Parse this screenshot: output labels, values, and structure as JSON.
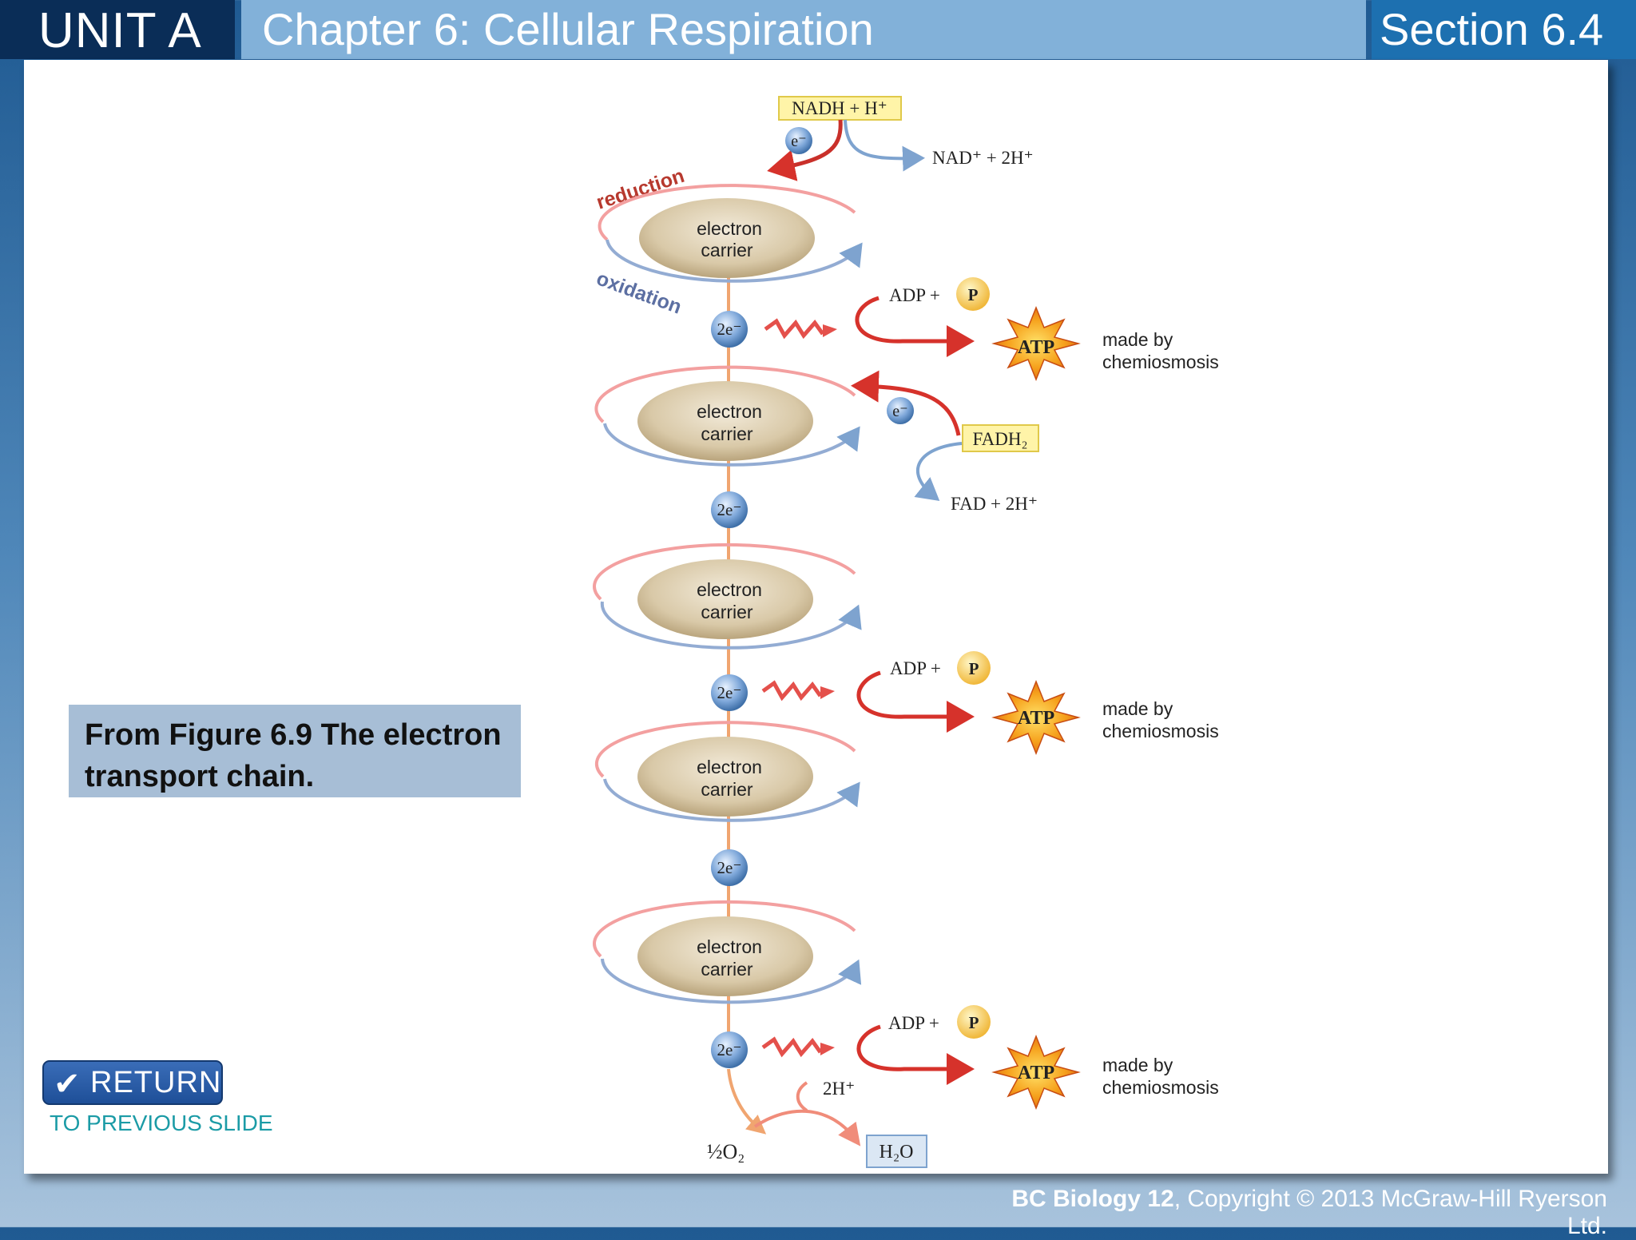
{
  "header": {
    "unit": "UNIT A",
    "chapter": "Chapter 6: Cellular Respiration",
    "section": "Section 6.4"
  },
  "caption": "From Figure 6.9 The electron transport chain.",
  "return_button": {
    "label": "RETURN",
    "subtitle": "TO PREVIOUS SLIDE",
    "icon": "checkmark-icon"
  },
  "footer": {
    "book": "BC Biology 12",
    "copyright": ", Copyright © 2013 McGraw-Hill Ryerson Ltd."
  },
  "diagram": {
    "nadh": "NADH + H⁺",
    "nad": "NAD⁺ + 2H⁺",
    "e_single": "e⁻",
    "reduction": "reduction",
    "oxidation": "oxidation",
    "carrier_line1": "electron",
    "carrier_line2": "carrier",
    "two_e": "2e⁻",
    "adp": "ADP +",
    "p": "P",
    "atp": "ATP",
    "made_by_1": "made by",
    "made_by_2": "chemiosmosis",
    "fadh2": "FADH₂",
    "fad": "FAD + 2H⁺",
    "two_h": "2H⁺",
    "o2": "½O₂",
    "h2o": "H₂O"
  },
  "colors": {
    "unit_bg": "#0a2d57",
    "chapter_bg": "#82b1d9",
    "section_bg": "#1d70b0",
    "caption_bg": "#a7bed6",
    "red_arrow": "#d6322b",
    "blue_arrow": "#7ea3cf"
  }
}
